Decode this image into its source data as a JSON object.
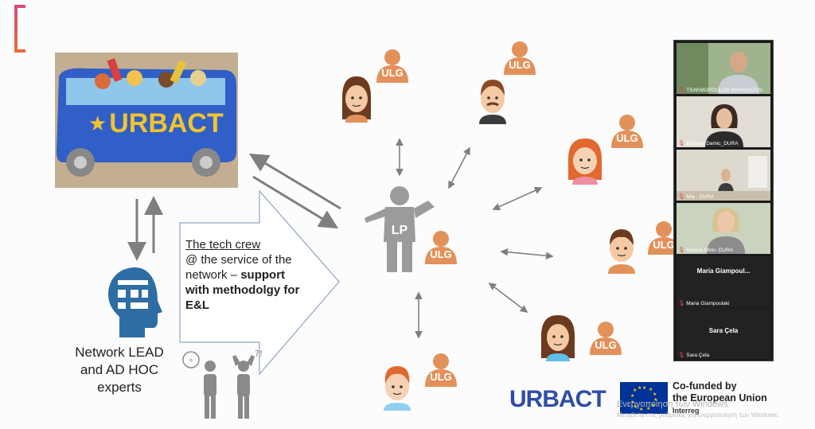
{
  "bus": {
    "text": "URBACT"
  },
  "roles": {
    "ulg": "ULG",
    "lp": "LP"
  },
  "tech_crew": {
    "title": "The tech crew",
    "line1": "@ the service of the",
    "line2_prefix": "network – ",
    "line2_bold": "support",
    "line3": "with methodolgy for",
    "line4": "E&L"
  },
  "network_lead": {
    "line1": "Network LEAD",
    "line2": "and AD HOC",
    "line3": "experts"
  },
  "thinking_marks": {
    "question": "?!",
    "idea": "∘"
  },
  "video_call": {
    "participants": [
      {
        "name": "TSAKMOPOULOS PANAGIOTIS"
      },
      {
        "name": "Barbara Damic_DURA"
      },
      {
        "name": "Mia - DURA"
      },
      {
        "name": "Natasa Mirin- DURA"
      }
    ],
    "camera_off": [
      {
        "title": "Maria  Giampoul...",
        "name": "Maria Giampoulaki"
      },
      {
        "title": "Sara Çela",
        "name": "Sara Çela"
      }
    ]
  },
  "footer": {
    "urbact_logo": "URBACT",
    "cofunded_line1": "Co-funded by",
    "cofunded_line2": "the European Union",
    "interreg": "Interreg"
  },
  "windows_watermark": {
    "line1": "Ενεργοποίηση των Windows",
    "line2": "Μεταβείτε στις ρυθμίσεις για ενεργοποίηση των Windows."
  },
  "colors": {
    "ulg": "#e3915a",
    "arrow": "#7f7f7f",
    "brain": "#2e6da4",
    "urbact_blue": "#2f4da8",
    "eu_blue": "#003399"
  }
}
